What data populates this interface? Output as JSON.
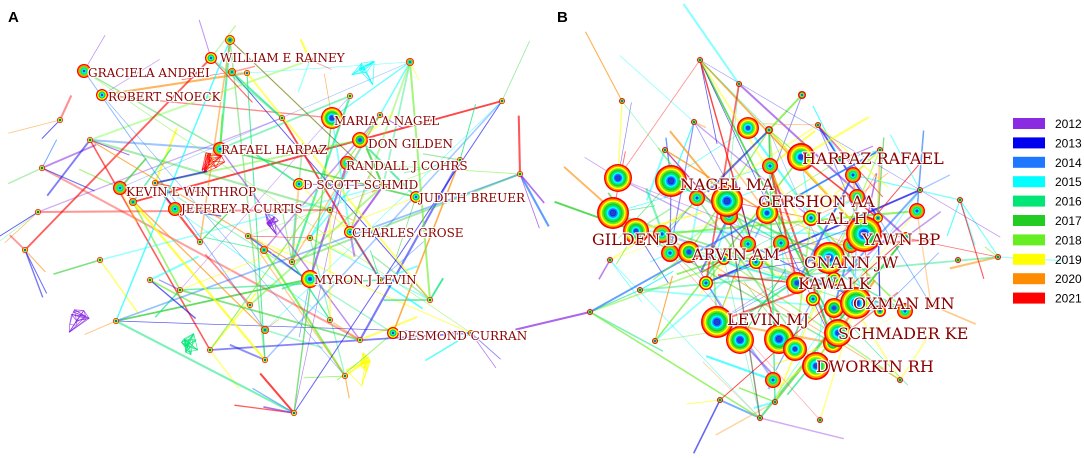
{
  "panels": [
    {
      "letter": "A",
      "labels": [
        "WILLIAM E RAINEY",
        "GRACIELA ANDREI",
        "ROBERT SNOECK",
        "MARIA A NAGEL",
        "DON GILDEN",
        "RAFAEL HARPAZ",
        "RANDALL J COHRS",
        "D SCOTT SCHMID",
        "KEVIN L WINTHROP",
        "JUDITH BREUER",
        "JEFFREY R CURTIS",
        "CHARLES GROSE",
        "MYRON J LEVIN",
        "DESMOND CURRAN"
      ]
    },
    {
      "letter": "B",
      "labels": [
        "HARPAZ RAFAEL",
        "NAGEL MA",
        "GERSHON AA",
        "GILDEN D",
        "LAL H",
        "YAWN BP",
        "ARVIN AM",
        "GNANN JW",
        "KAWAI K",
        "OXMAN MN",
        "LEVIN MJ",
        "SCHMADER KE",
        "DWORKIN RH"
      ]
    }
  ],
  "legend": [
    {
      "year": "2012",
      "color": "#8a2be2"
    },
    {
      "year": "2013",
      "color": "#0000ee"
    },
    {
      "year": "2014",
      "color": "#1e78ff"
    },
    {
      "year": "2015",
      "color": "#00ffff"
    },
    {
      "year": "2016",
      "color": "#00e676"
    },
    {
      "year": "2017",
      "color": "#22cc22"
    },
    {
      "year": "2018",
      "color": "#66ee22"
    },
    {
      "year": "2019",
      "color": "#ffff00"
    },
    {
      "year": "2020",
      "color": "#ff8c00"
    },
    {
      "year": "2021",
      "color": "#ff0000"
    }
  ]
}
